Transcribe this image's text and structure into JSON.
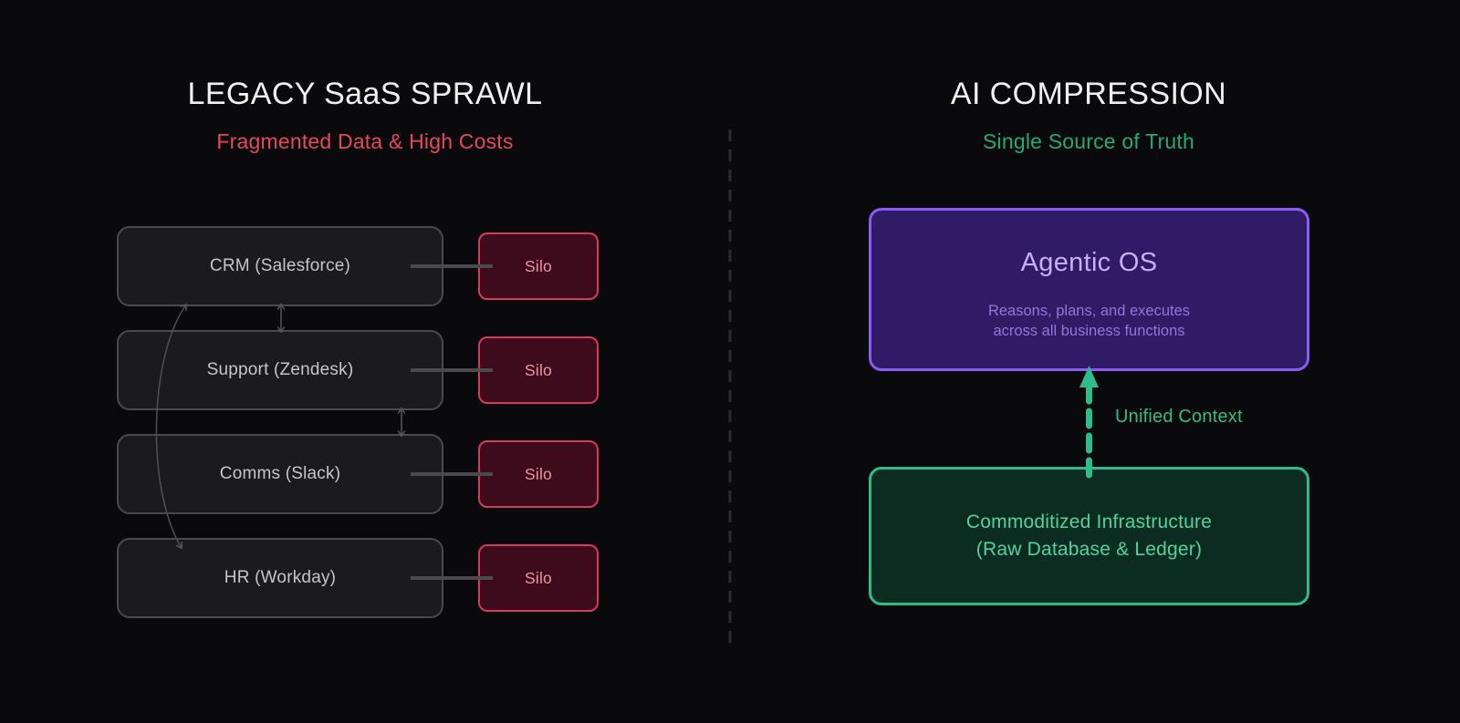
{
  "header_left": {
    "title": "LEGACY SaaS SPRAWL",
    "subtitle": "Fragmented Data & High Costs"
  },
  "header_right": {
    "title": "AI COMPRESSION",
    "subtitle": "Single Source of Truth"
  },
  "left": {
    "apps": [
      {
        "label": "CRM (Salesforce)",
        "silo_label": "Silo"
      },
      {
        "label": "Support (Zendesk)",
        "silo_label": "Silo"
      },
      {
        "label": "Comms (Slack)",
        "silo_label": "Silo"
      },
      {
        "label": "HR (Workday)",
        "silo_label": "Silo"
      }
    ]
  },
  "right": {
    "agentic_os": {
      "title": "Agentic OS",
      "description_line1": "Reasons, plans, and executes",
      "description_line2": "across all business functions"
    },
    "arrow_label": "Unified Context",
    "infrastructure": {
      "line1": "Commoditized Infrastructure",
      "line2": "(Raw Database & Ledger)"
    }
  },
  "colors": {
    "background": "#0a0a0c",
    "left_accent_red": "#e8475f",
    "right_accent_green": "#22ab74",
    "app_box_bg": "#1b1b1e",
    "app_box_border": "#49494e",
    "app_box_text": "#c6c6ca",
    "silo_bg": "#3e0b1d",
    "silo_border": "#d53a5c",
    "silo_text": "#ee93a5",
    "gray_connector": "#4a4a4f",
    "gray_arrow": "#56565c",
    "divider": "#2c2c31",
    "agentic_bg": "#2f1b66",
    "agentic_border": "#8b5cf6",
    "agentic_title": "#c9aef5",
    "agentic_desc": "#9177d8",
    "infra_bg": "#0c2b21",
    "infra_border": "#2ebd8a",
    "infra_text": "#50d49e",
    "unified_arrow_green": "#2ebd8a",
    "unified_label_green": "#2dbf8a"
  }
}
